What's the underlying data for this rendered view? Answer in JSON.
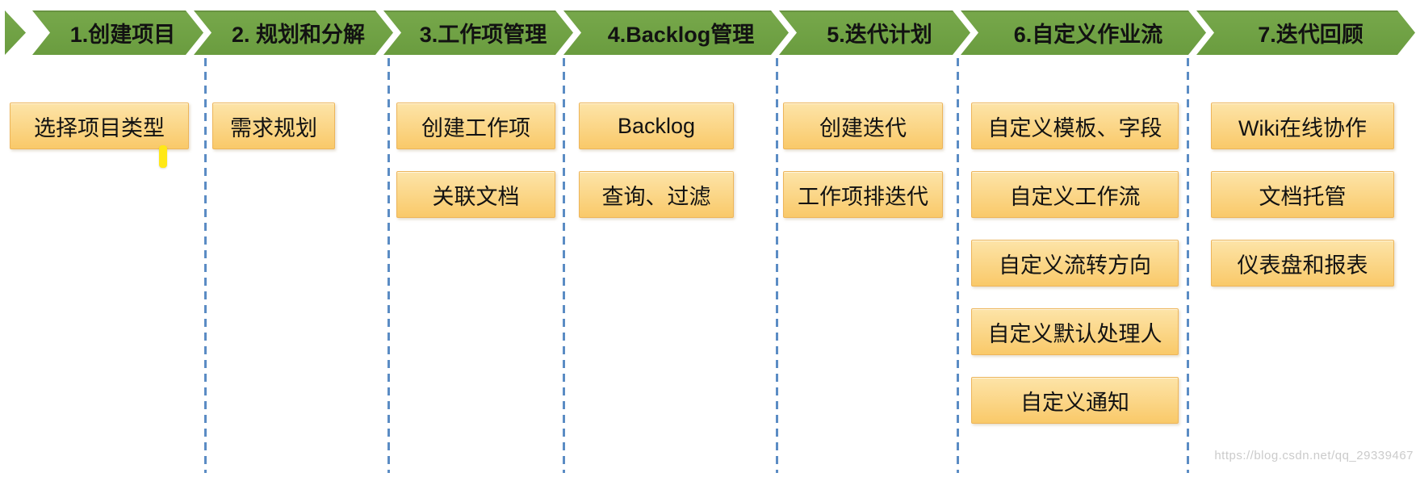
{
  "colors": {
    "chevron_green": "#77a84b",
    "box_fill_top": "#fde4a8",
    "box_fill_bottom": "#f9c969",
    "box_border": "#edb55a",
    "divider_blue": "#5b8cc4",
    "caret_yellow": "#ffe816",
    "watermark_gray": "#cbcbcb"
  },
  "stages": [
    {
      "label": "1.创建项目"
    },
    {
      "label": "2. 规划和分解"
    },
    {
      "label": "3.工作项管理"
    },
    {
      "label": "4.Backlog管理"
    },
    {
      "label": "5.迭代计划"
    },
    {
      "label": "6.自定义作业流"
    },
    {
      "label": "7.迭代回顾"
    }
  ],
  "columns": [
    {
      "items": [
        {
          "label": "选择项目类型"
        }
      ]
    },
    {
      "items": [
        {
          "label": "需求规划"
        }
      ]
    },
    {
      "items": [
        {
          "label": "创建工作项"
        },
        {
          "label": "关联文档"
        }
      ]
    },
    {
      "items": [
        {
          "label": "Backlog"
        },
        {
          "label": "查询、过滤"
        }
      ]
    },
    {
      "items": [
        {
          "label": "创建迭代"
        },
        {
          "label": "工作项排迭代"
        }
      ]
    },
    {
      "items": [
        {
          "label": "自定义模板、字段"
        },
        {
          "label": "自定义工作流"
        },
        {
          "label": "自定义流转方向"
        },
        {
          "label": "自定义默认处理人"
        },
        {
          "label": "自定义通知"
        }
      ]
    },
    {
      "items": [
        {
          "label": "Wiki在线协作"
        },
        {
          "label": "文档托管"
        },
        {
          "label": "仪表盘和报表"
        }
      ]
    }
  ],
  "watermark": {
    "text": "https://blog.csdn.net/qq_29339467"
  }
}
